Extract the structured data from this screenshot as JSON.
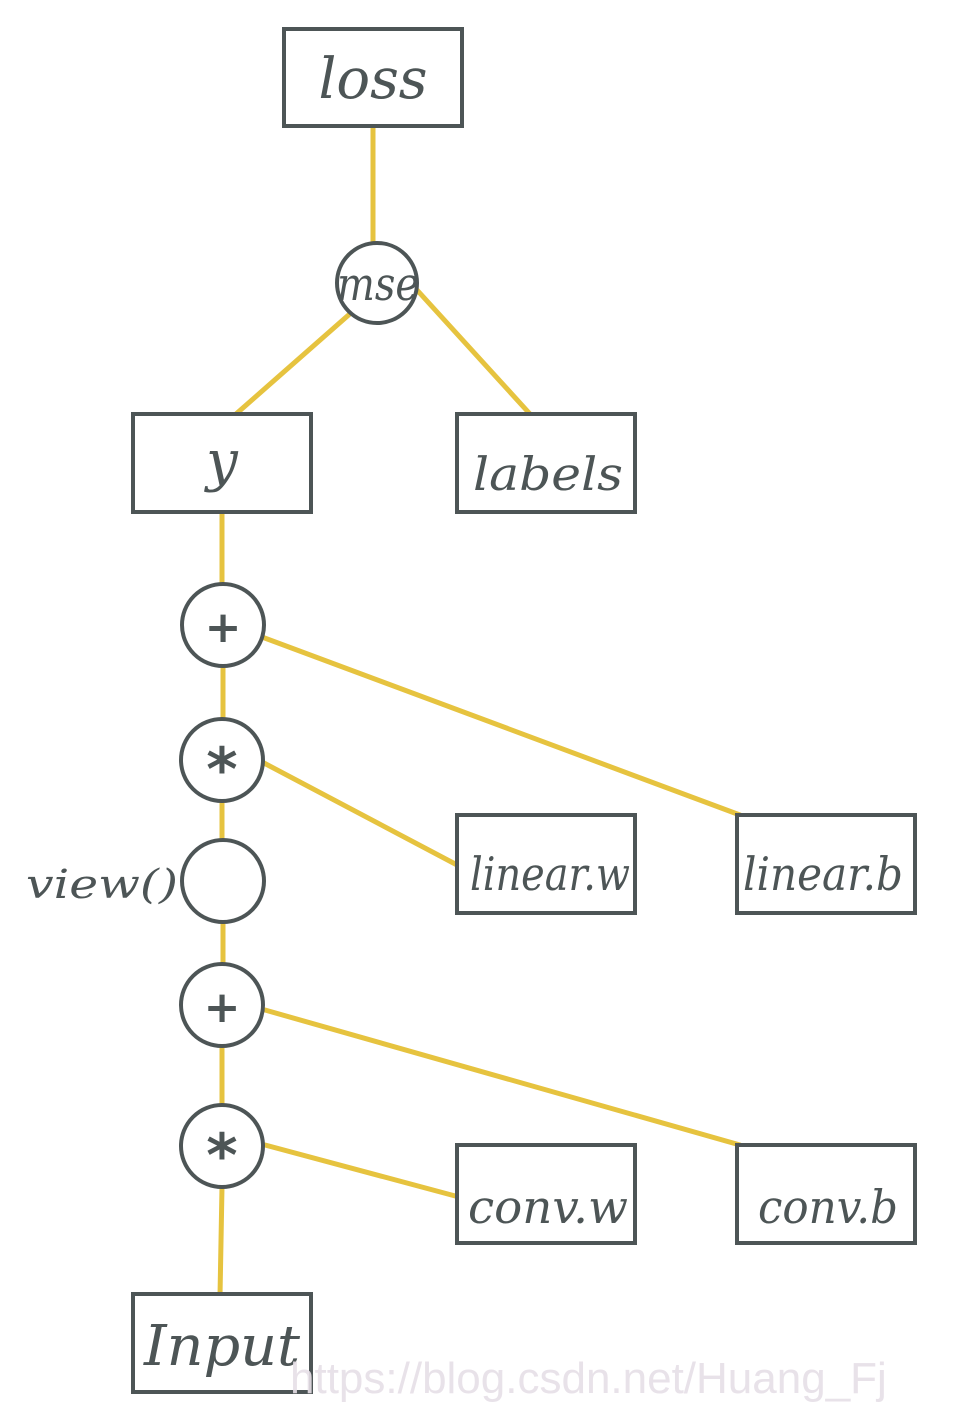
{
  "nodes": {
    "loss": "loss",
    "mse": "mse",
    "y": "y",
    "labels": "labels",
    "add_linear": "+",
    "mul_linear": "*",
    "view": "",
    "view_label": "view()",
    "add_conv": "+",
    "mul_conv": "*",
    "linear_w": "linear.w",
    "linear_b": "linear.b",
    "conv_w": "conv.w",
    "conv_b": "conv.b",
    "input": "Input"
  },
  "watermark": "https://blog.csdn.net/Huang_Fj",
  "colors": {
    "edge": "#e6c33f",
    "node_stroke": "#4d5556",
    "text": "#4d5556",
    "watermark": "#e6dfe7"
  }
}
